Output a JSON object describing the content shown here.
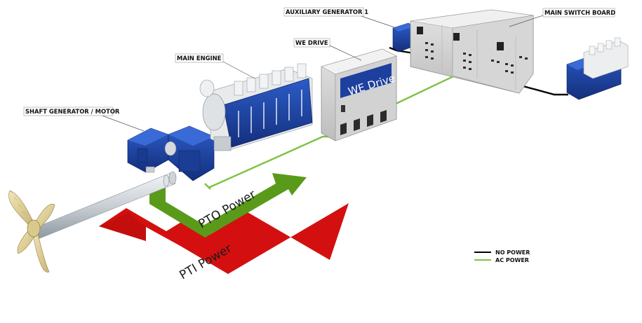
{
  "labels": {
    "shaft_generator": "SHAFT GENERATOR / MOTOR",
    "main_engine": "MAIN ENGINE",
    "we_drive": "WE DRIVE",
    "auxiliary_generator": "AUXILIARY GENERATOR 1",
    "main_switch_board": "MAIN SWITCH BOARD"
  },
  "cabinet_text": "WE Drive",
  "arrows": {
    "pto": "PTO Power",
    "pti": "PTI Power"
  },
  "legend": [
    {
      "label": "NO POWER",
      "color": "#000000"
    },
    {
      "label": "AC POWER",
      "color": "#7dc243"
    }
  ],
  "colors": {
    "pto_arrow": "#5a9a1a",
    "pti_arrow": "#d3100f",
    "equipment_blue": "#1d3f9e",
    "ac_power": "#7dc243",
    "no_power": "#000000"
  }
}
